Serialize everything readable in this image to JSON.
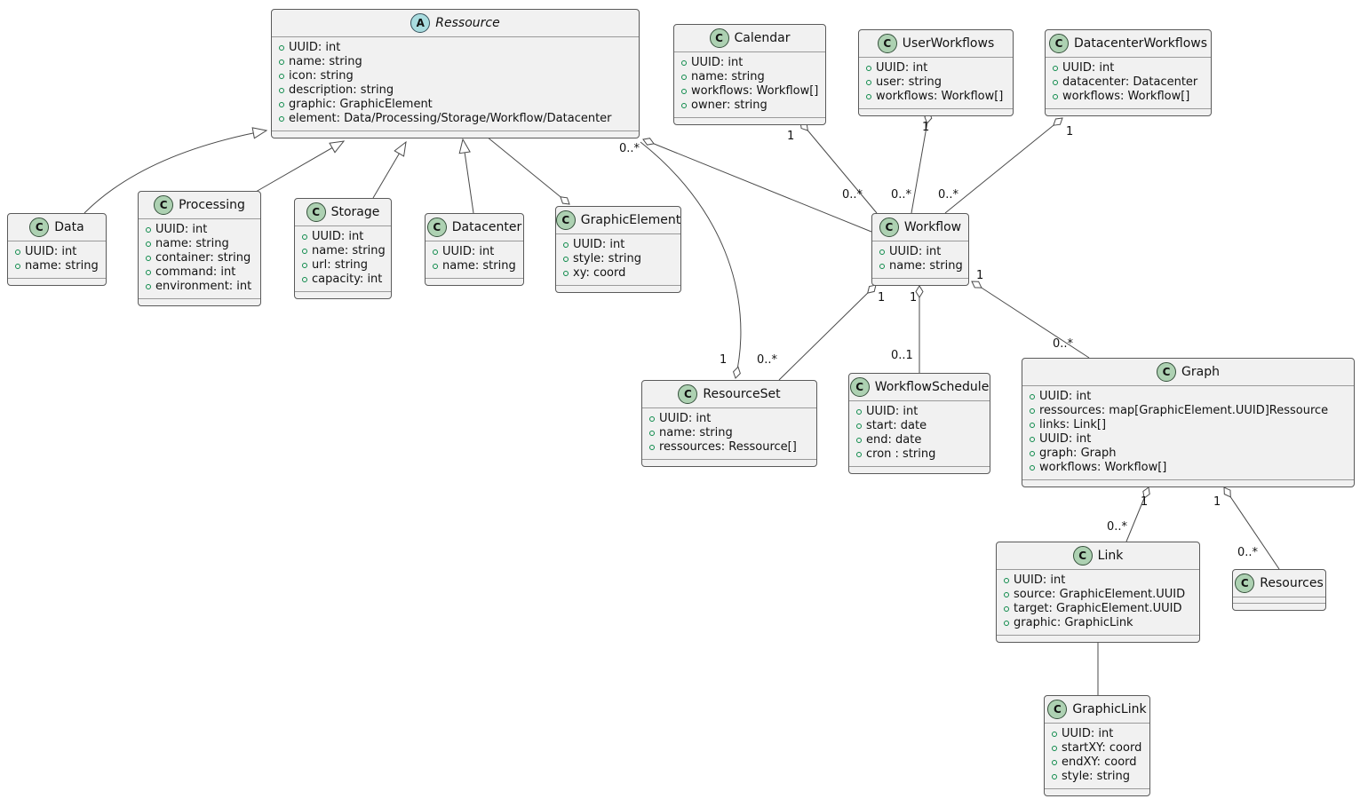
{
  "classes": [
    {
      "name": "Ressource",
      "icon_letter": "A",
      "abstract": true,
      "attrs": [
        "UUID: int",
        "name: string",
        "icon: string",
        "description: string",
        "graphic: GraphicElement",
        "element: Data/Processing/Storage/Workflow/Datacenter"
      ]
    },
    {
      "name": "Calendar",
      "icon_letter": "C",
      "abstract": false,
      "attrs": [
        "UUID: int",
        "name: string",
        "workflows: Workflow[]",
        "owner: string"
      ]
    },
    {
      "name": "UserWorkflows",
      "icon_letter": "C",
      "abstract": false,
      "attrs": [
        "UUID: int",
        "user: string",
        "workflows: Workflow[]"
      ]
    },
    {
      "name": "DatacenterWorkflows",
      "icon_letter": "C",
      "abstract": false,
      "attrs": [
        "UUID: int",
        "datacenter: Datacenter",
        "workflows: Workflow[]"
      ]
    },
    {
      "name": "Data",
      "icon_letter": "C",
      "abstract": false,
      "attrs": [
        "UUID: int",
        "name: string"
      ]
    },
    {
      "name": "Processing",
      "icon_letter": "C",
      "abstract": false,
      "attrs": [
        "UUID: int",
        "name: string",
        "container: string",
        "command: int",
        "environment: int"
      ]
    },
    {
      "name": "Storage",
      "icon_letter": "C",
      "abstract": false,
      "attrs": [
        "UUID: int",
        "name: string",
        "url: string",
        "capacity: int"
      ]
    },
    {
      "name": "Datacenter",
      "icon_letter": "C",
      "abstract": false,
      "attrs": [
        "UUID: int",
        "name: string"
      ]
    },
    {
      "name": "GraphicElement",
      "icon_letter": "C",
      "abstract": false,
      "attrs": [
        "UUID: int",
        "style: string",
        "xy: coord"
      ]
    },
    {
      "name": "Workflow",
      "icon_letter": "C",
      "abstract": false,
      "attrs": [
        "UUID: int",
        "name: string"
      ]
    },
    {
      "name": "ResourceSet",
      "icon_letter": "C",
      "abstract": false,
      "attrs": [
        "UUID: int",
        "name: string",
        "ressources: Ressource[]"
      ]
    },
    {
      "name": "WorkflowSchedule",
      "icon_letter": "C",
      "abstract": false,
      "attrs": [
        "UUID: int",
        "start: date",
        "end: date",
        "cron : string"
      ]
    },
    {
      "name": "Graph",
      "icon_letter": "C",
      "abstract": false,
      "attrs": [
        "UUID: int",
        "ressources: map[GraphicElement.UUID]Ressource",
        "links: Link[]",
        "UUID: int",
        "graph: Graph",
        "workflows: Workflow[]"
      ]
    },
    {
      "name": "Link",
      "icon_letter": "C",
      "abstract": false,
      "attrs": [
        "UUID: int",
        "source: GraphicElement.UUID",
        "target: GraphicElement.UUID",
        "graphic: GraphicLink"
      ]
    },
    {
      "name": "Resources",
      "icon_letter": "C",
      "abstract": false,
      "attrs": []
    },
    {
      "name": "GraphicLink",
      "icon_letter": "C",
      "abstract": false,
      "attrs": [
        "UUID: int",
        "startXY: coord",
        "endXY: coord",
        "style: string"
      ]
    }
  ],
  "labels": [
    {
      "text": "1"
    },
    {
      "text": "1"
    },
    {
      "text": "1"
    },
    {
      "text": "0..*"
    },
    {
      "text": "0..*"
    },
    {
      "text": "0..*"
    },
    {
      "text": "0..*"
    },
    {
      "text": "1"
    },
    {
      "text": "0..*"
    },
    {
      "text": "1"
    },
    {
      "text": "1"
    },
    {
      "text": "1"
    },
    {
      "text": "0..1"
    },
    {
      "text": "0..*"
    },
    {
      "text": "1"
    },
    {
      "text": "0..*"
    },
    {
      "text": "1"
    },
    {
      "text": "0..*"
    }
  ],
  "relations": [
    {
      "a": "Data",
      "b": "Ressource",
      "type": "inheritance"
    },
    {
      "a": "Processing",
      "b": "Ressource",
      "type": "inheritance"
    },
    {
      "a": "Storage",
      "b": "Ressource",
      "type": "inheritance"
    },
    {
      "a": "Datacenter",
      "b": "Ressource",
      "type": "inheritance"
    },
    {
      "a": "Ressource",
      "b": "GraphicElement",
      "type": "aggregation",
      "diamond": "GraphicElement"
    },
    {
      "a": "Workflow",
      "b": "Ressource",
      "type": "aggregation",
      "diamond": "Ressource"
    },
    {
      "a": "Ressource",
      "b": "ResourceSet",
      "type": "aggregation",
      "diamond": "ResourceSet",
      "mult_ressource": "0..*",
      "mult_resourceset": "1"
    },
    {
      "a": "Workflow",
      "b": "Calendar",
      "type": "aggregation",
      "diamond": "Calendar",
      "mult_calendar": "1",
      "mult_workflow": "0..*"
    },
    {
      "a": "Workflow",
      "b": "UserWorkflows",
      "type": "aggregation",
      "diamond": "UserWorkflows",
      "mult_userworkflows": "1",
      "mult_workflow": "0..*"
    },
    {
      "a": "Workflow",
      "b": "DatacenterWorkflows",
      "type": "aggregation",
      "diamond": "DatacenterWorkflows",
      "mult_datacenterworkflows": "1",
      "mult_workflow": "0..*"
    },
    {
      "a": "ResourceSet",
      "b": "Workflow",
      "type": "aggregation",
      "diamond": "Workflow",
      "mult_workflow": "1",
      "mult_resourceset": "0..*"
    },
    {
      "a": "WorkflowSchedule",
      "b": "Workflow",
      "type": "aggregation",
      "diamond": "Workflow",
      "mult_workflow": "1",
      "mult_workflowschedule": "0..1"
    },
    {
      "a": "Graph",
      "b": "Workflow",
      "type": "aggregation",
      "diamond": "Workflow",
      "mult_workflow": "1",
      "mult_graph": "0..*"
    },
    {
      "a": "Link",
      "b": "Graph",
      "type": "aggregation",
      "diamond": "Graph",
      "mult_graph": "1",
      "mult_link": "0..*"
    },
    {
      "a": "Resources",
      "b": "Graph",
      "type": "aggregation",
      "diamond": "Graph",
      "mult_graph": "1",
      "mult_resources": "0..*"
    },
    {
      "a": "Link",
      "b": "GraphicLink",
      "type": "association"
    }
  ],
  "colors": {
    "class_icon_bg": "#ADD1B2",
    "abstract_icon_bg": "#A9DCDF",
    "box_bg": "#F1F1F1",
    "box_border": "#5A5A5A",
    "field_dot": "#0E8A4B",
    "edge": "#4A4A4A"
  }
}
